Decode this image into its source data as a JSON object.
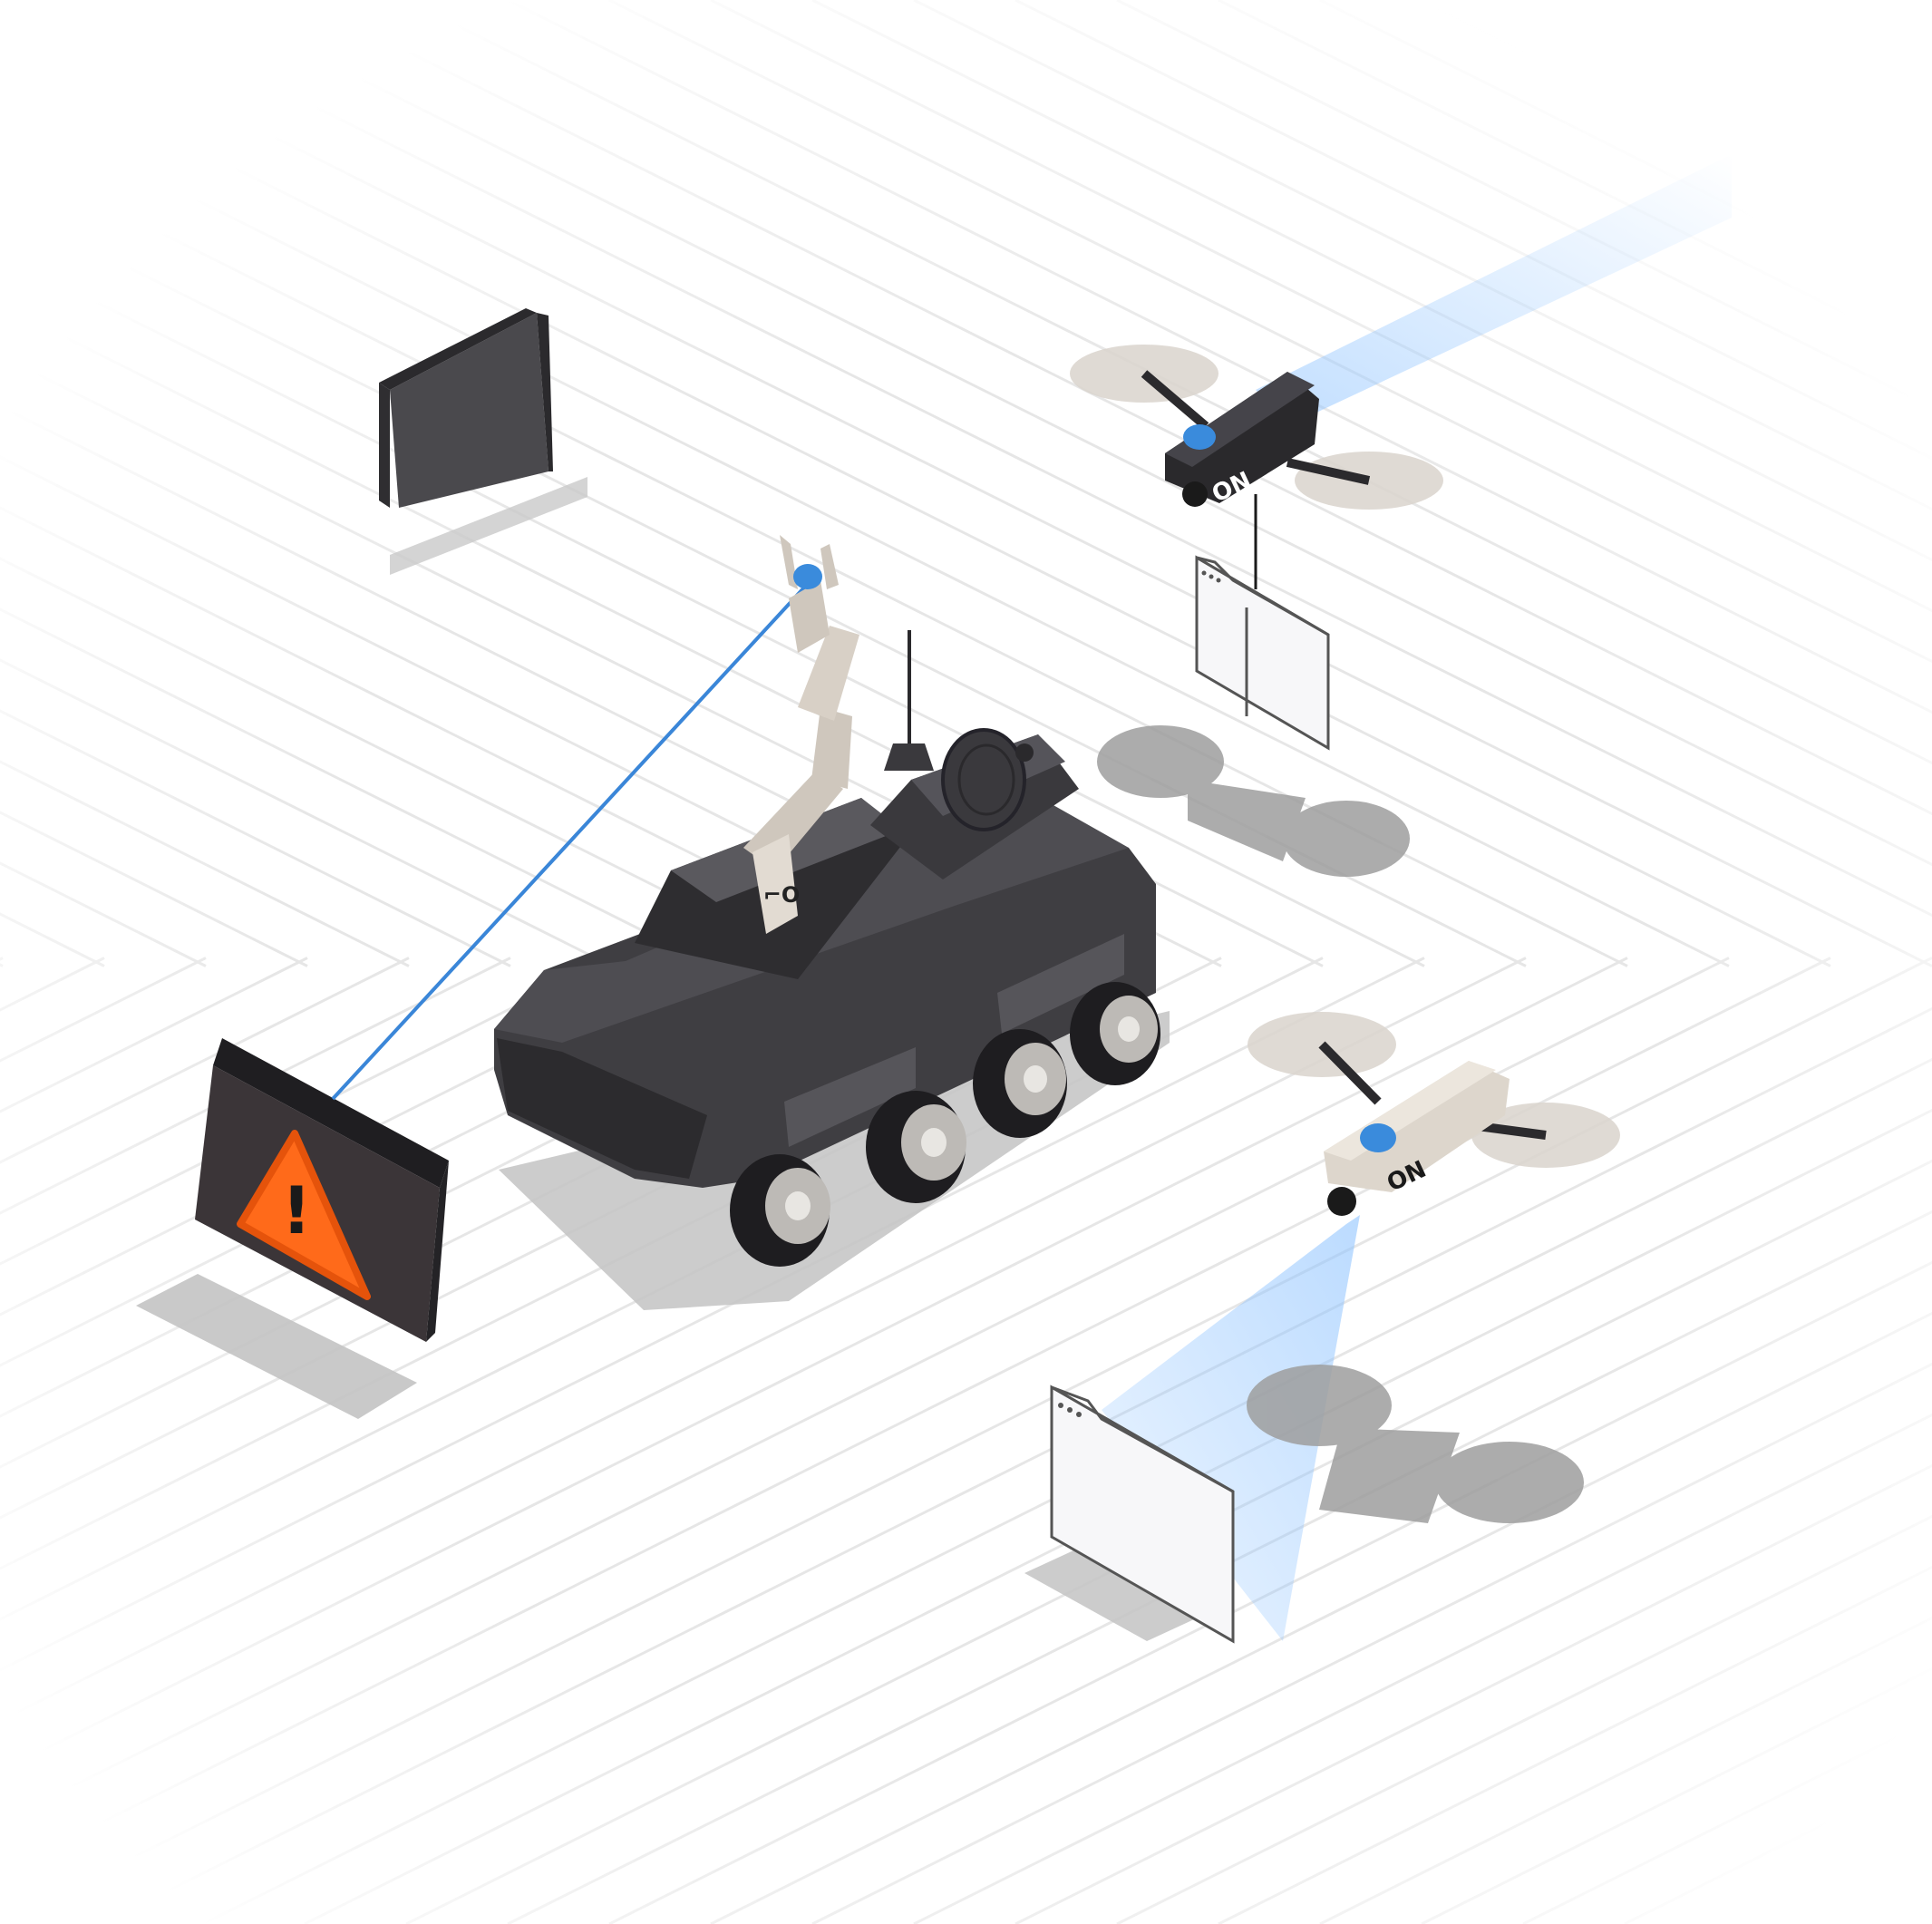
{
  "scene": {
    "background": "#ffffff",
    "grid_color": "#e6e6e6",
    "beam_color": "#8ec3ff",
    "laser_color": "#3a86d8",
    "warning_color": "#ff6a1a",
    "rover_color": "#3f3e42",
    "accent_blue": "#3a8bdc"
  },
  "rover": {
    "arm_badge": "⌐O",
    "icon": "robot-rover-icon"
  },
  "drone_dark": {
    "logo": "ON",
    "icon": "quadcopter-drone-icon"
  },
  "drone_light": {
    "logo": "ON",
    "icon": "quadcopter-drone-icon"
  },
  "warning_sign": {
    "symbol": "!",
    "icon": "warning-triangle-icon"
  },
  "panels": {
    "blank_screen_icon": "blank-monitor-icon",
    "window_icon": "browser-window-icon"
  }
}
